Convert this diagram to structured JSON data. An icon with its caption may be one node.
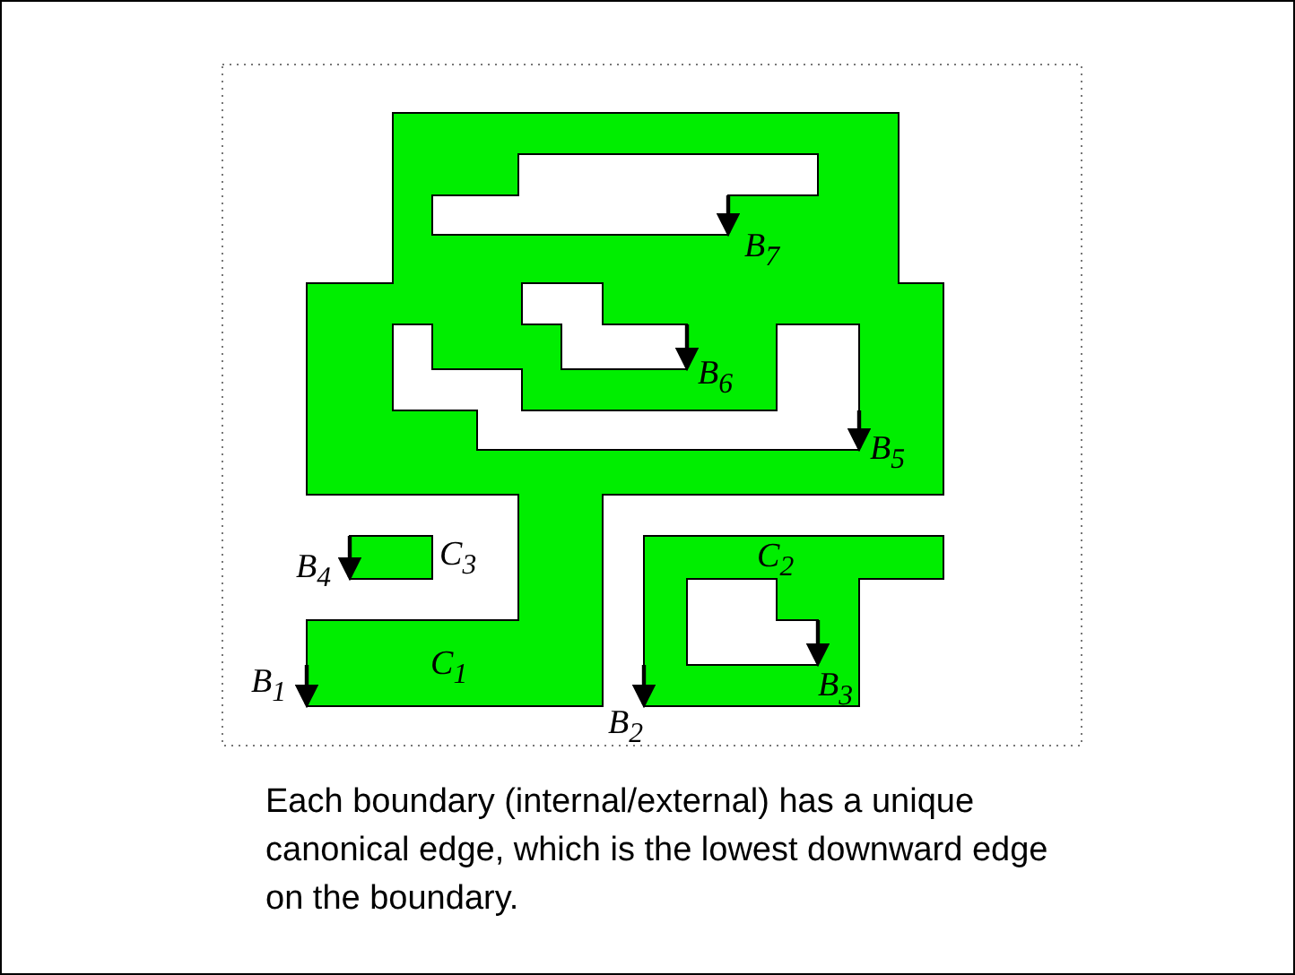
{
  "diagram": {
    "caption": "Each boundary (internal/external) has a unique canonical edge, which is the lowest downward edge on the boundary.",
    "labels": [
      "B$_{7}$",
      "B$_{6}$",
      "B$_{5}$",
      "C$_{3}$",
      "B$_{4}$",
      "C$_{2}$",
      "C$_{1}$",
      "B$_{1}$",
      "B$_{3}$",
      "B$_{2}$"
    ]
  }
}
